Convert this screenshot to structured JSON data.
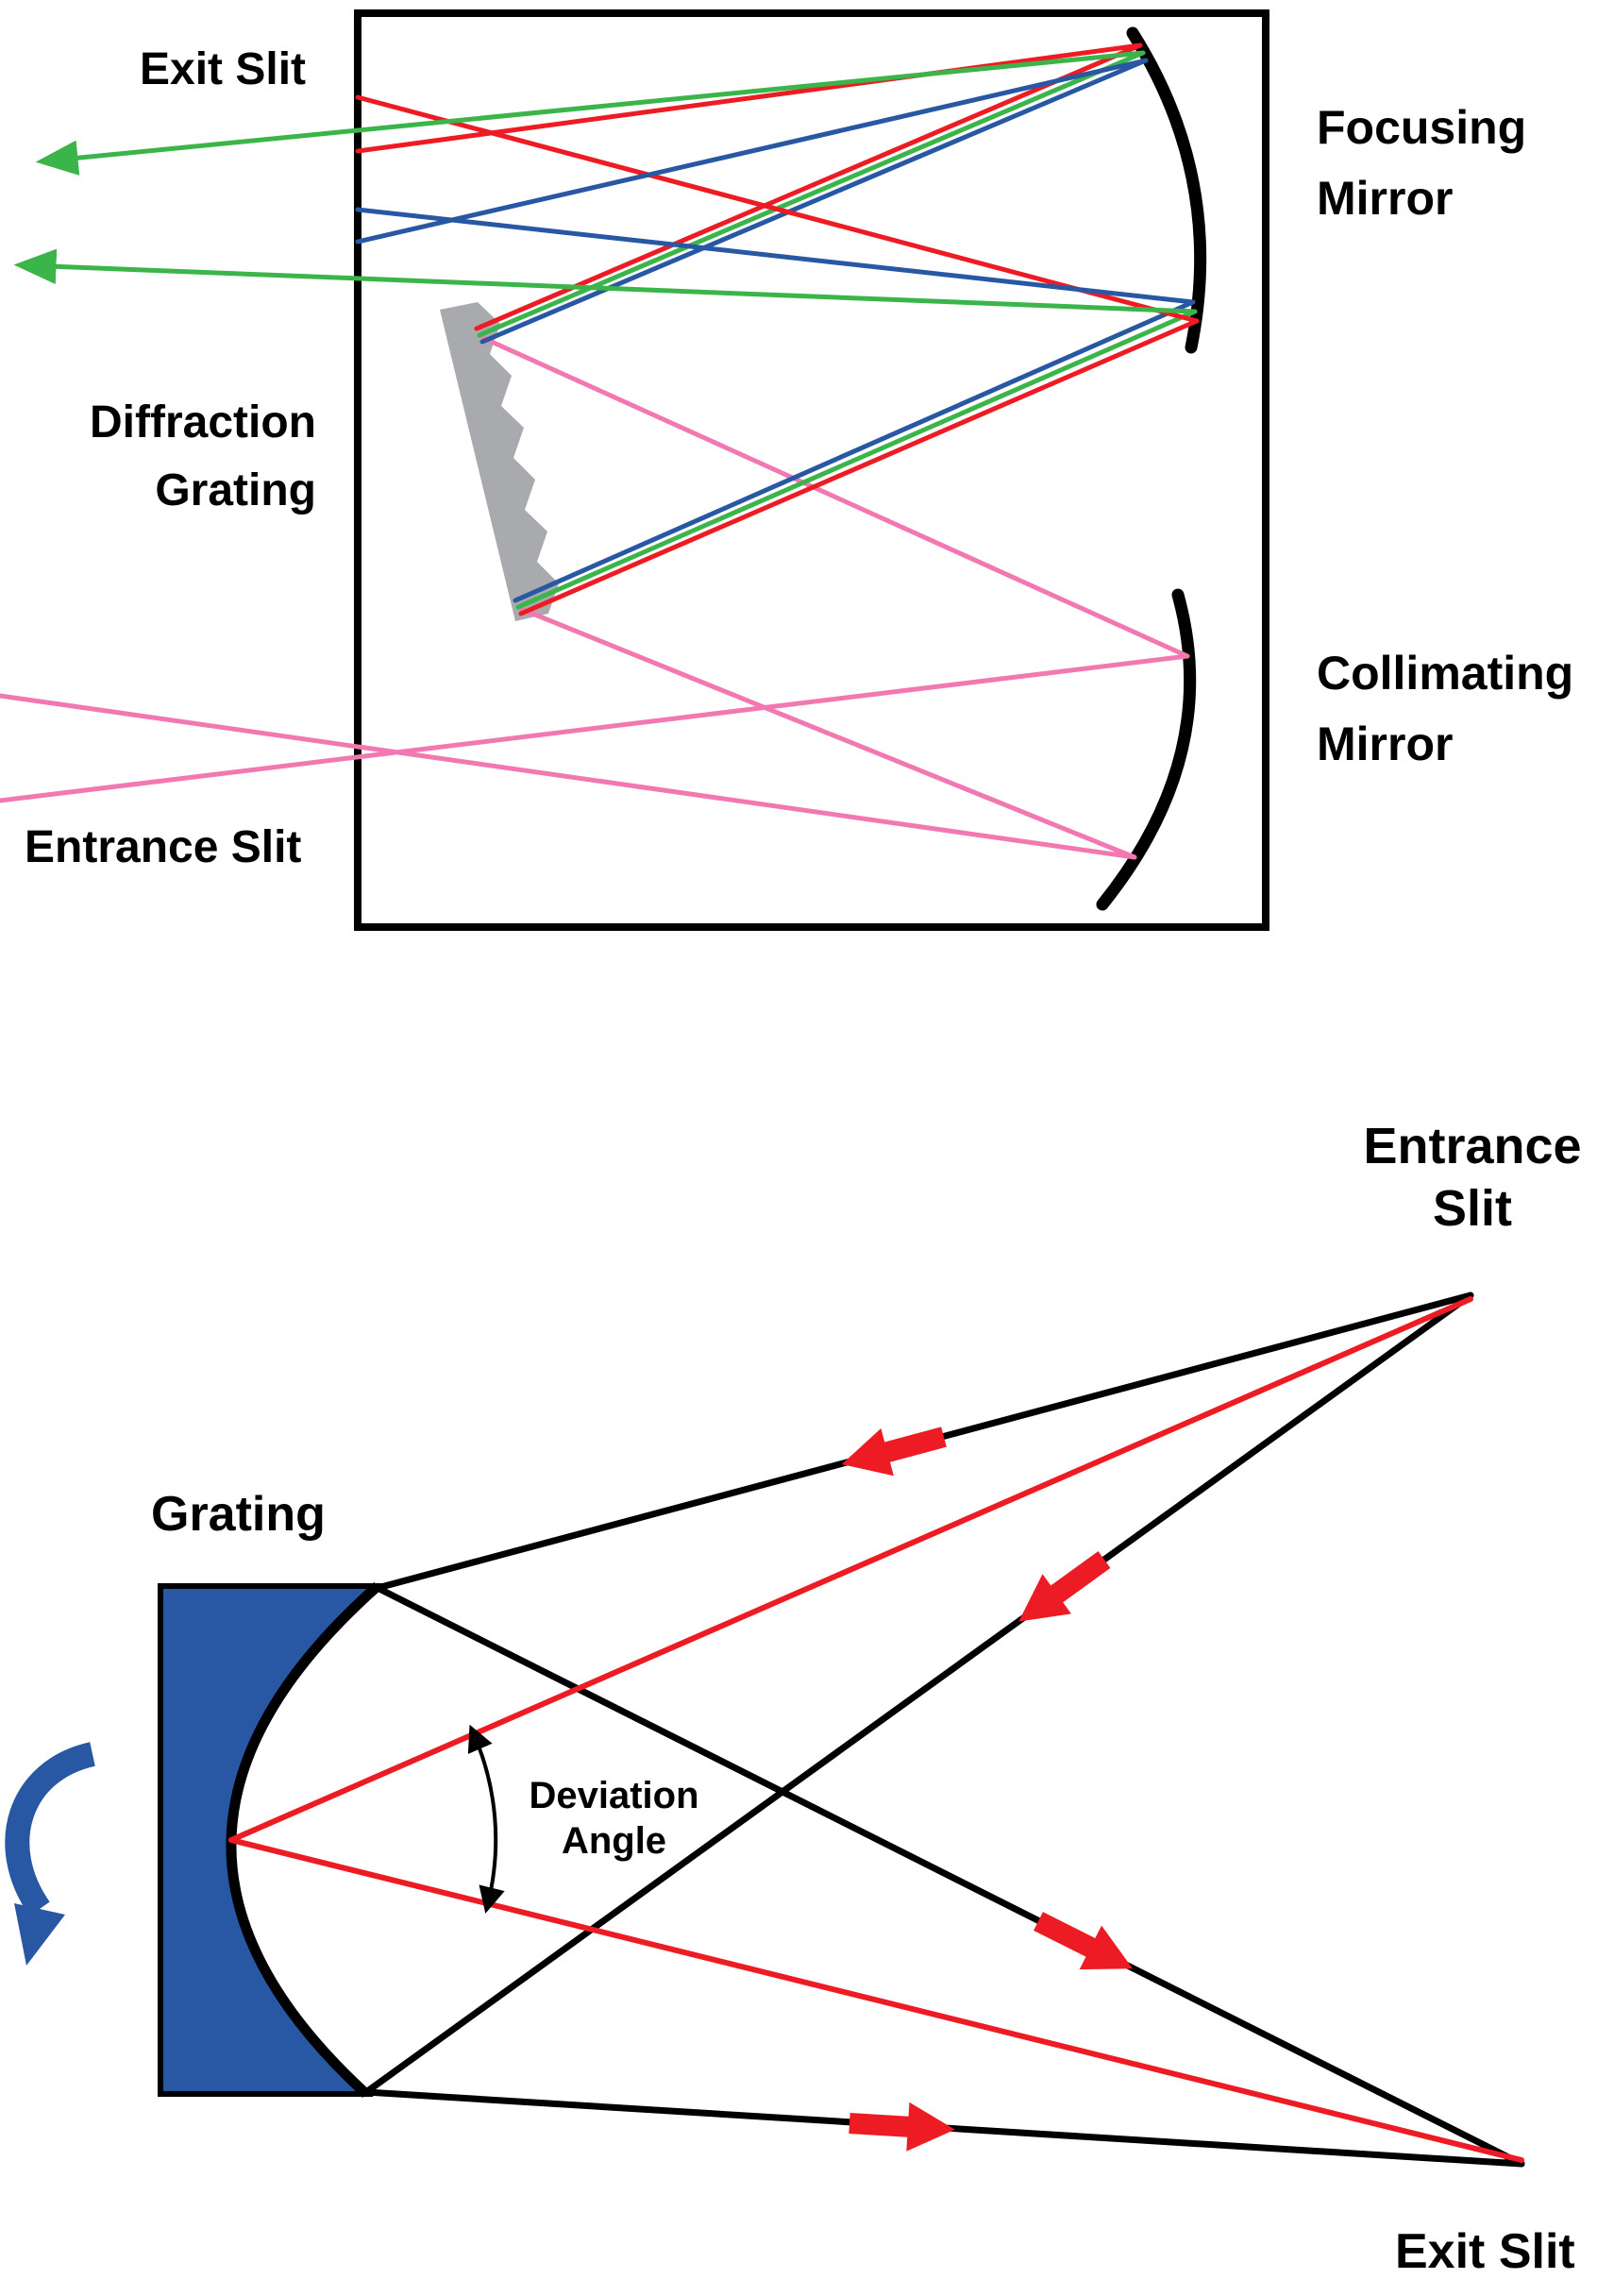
{
  "top_diagram": {
    "labels": {
      "exit_slit": "Exit Slit",
      "focusing_mirror": [
        "Focusing",
        "Mirror"
      ],
      "diffraction_grating": [
        "Diffraction",
        "Grating"
      ],
      "collimating_mirror": [
        "Collimating",
        "Mirror"
      ],
      "entrance_slit": "Entrance Slit"
    }
  },
  "bottom_diagram": {
    "labels": {
      "entrance_slit": [
        "Entrance",
        "Slit"
      ],
      "grating": "Grating",
      "deviation_angle": [
        "Deviation",
        "Angle"
      ],
      "exit_slit": "Exit Slit"
    }
  },
  "colors": {
    "ink": "#000000",
    "red": "#ED1C24",
    "green": "#3BB54A",
    "blue": "#2857A4",
    "pink": "#F278B2",
    "gray": "#A8AAAD",
    "background": "#FFFFFF"
  }
}
